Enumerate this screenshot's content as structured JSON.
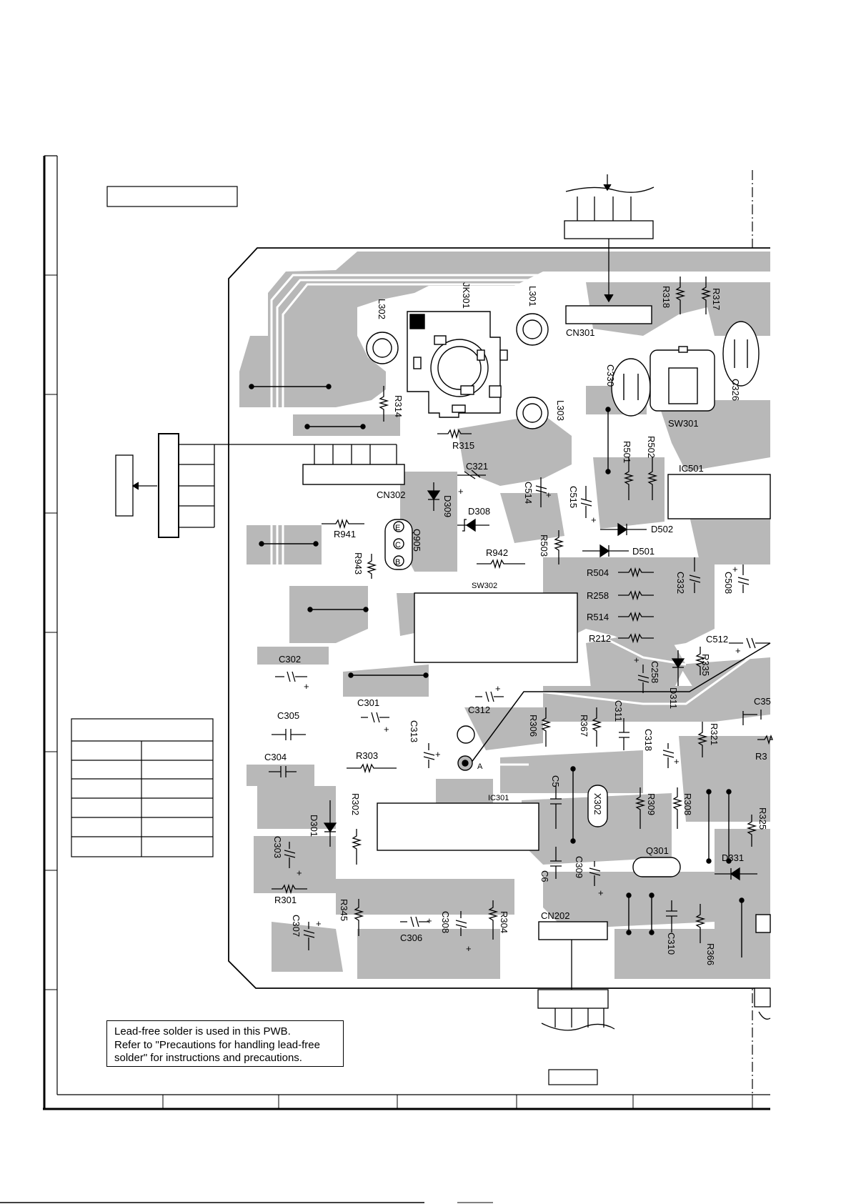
{
  "note": {
    "line1": "Lead-free solder is used in this PWB.",
    "line2": "Refer to \"Precautions for handling lead-free",
    "line3": "solder\" for instructions and precautions."
  },
  "labels": {
    "jk301": "JK301",
    "l301": "L301",
    "l302": "L302",
    "l303": "L303",
    "cn301": "CN301",
    "cn302": "CN302",
    "cn202": "CN202",
    "r318": "R318",
    "r317": "R317",
    "c330": "C330",
    "c326": "C326",
    "sw301": "SW301",
    "r314": "R314",
    "r315": "R315",
    "r501": "R501",
    "r502": "R502",
    "ic501": "IC501",
    "c321": "C321",
    "c514": "C514",
    "c515": "C515",
    "d309": "D309",
    "d308": "D308",
    "d502": "D502",
    "d501": "D501",
    "r941": "R941",
    "r943": "R943",
    "q905": "Q905",
    "e": "E",
    "c": "C",
    "b": "B",
    "r942": "R942",
    "r503": "R503",
    "r504": "R504",
    "r258": "R258",
    "r514": "R514",
    "r212": "R212",
    "c332": "C332",
    "c508": "C508",
    "c512": "C512",
    "sw302": "SW302",
    "c302": "C302",
    "c258": "C258",
    "r335": "R335",
    "d311": "D311",
    "c305": "C305",
    "c301": "C301",
    "c312": "C312",
    "r306": "R306",
    "r367": "R367",
    "c311": "C311",
    "c318": "C318",
    "r321": "R321",
    "c313": "C313",
    "c304": "C304",
    "r303": "R303",
    "a": "A",
    "c5": "C5",
    "ic301": "IC301",
    "x302": "X302",
    "r309": "R309",
    "r308": "R308",
    "r325": "R325",
    "d301": "D301",
    "r302": "R302",
    "c303": "C303",
    "q301": "Q301",
    "d331": "D331",
    "c6": "C6",
    "c309": "C309",
    "r301": "R301",
    "r345": "R345",
    "c307": "C307",
    "c306": "C306",
    "c308": "C308",
    "r304": "R304",
    "c310": "C310",
    "r366": "R366",
    "c35": "C35",
    "r3": "R3"
  }
}
